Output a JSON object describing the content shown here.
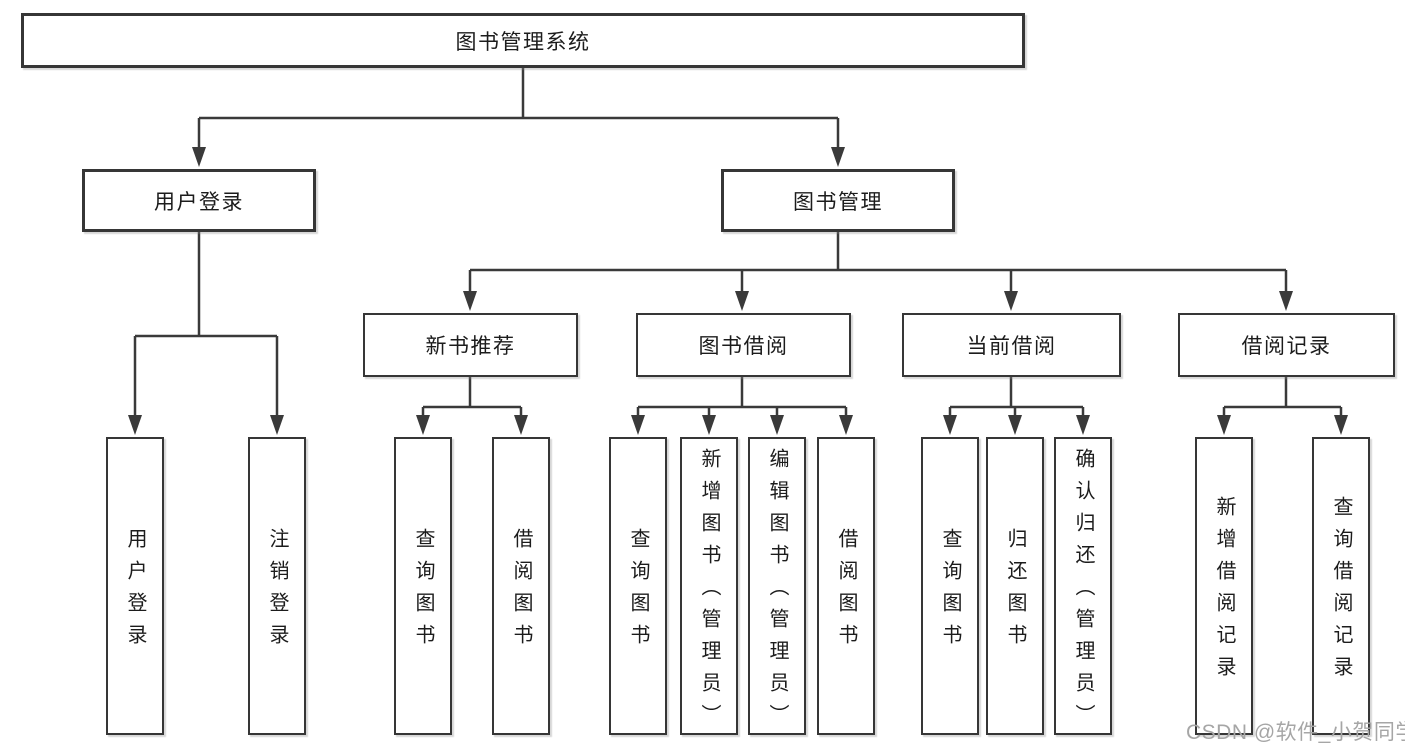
{
  "diagram": {
    "root_label": "图书管理系统",
    "tree": {
      "children": [
        {
          "label": "用户登录",
          "children": [
            "用户登录",
            "注销登录"
          ]
        },
        {
          "label": "图书管理",
          "children": [
            {
              "label": "新书推荐",
              "children": [
                "查询图书",
                "借阅图书"
              ]
            },
            {
              "label": "图书借阅",
              "children": [
                "查询图书",
                "新增图书（管理员）",
                "编辑图书（管理员）",
                "借阅图书"
              ]
            },
            {
              "label": "当前借阅",
              "children": [
                "查询图书",
                "归还图书",
                "确认归还（管理员）"
              ]
            },
            {
              "label": "借阅记录",
              "children": [
                "新增借阅记录",
                "查询借阅记录"
              ]
            }
          ]
        }
      ]
    },
    "watermark": "CSDN @软件_小贺同学",
    "colors": {
      "line": "#3a3a3a",
      "border": "#363636",
      "text": "#1c1c1c",
      "watermark": "#a6a6a6",
      "background": "#ffffff"
    }
  }
}
